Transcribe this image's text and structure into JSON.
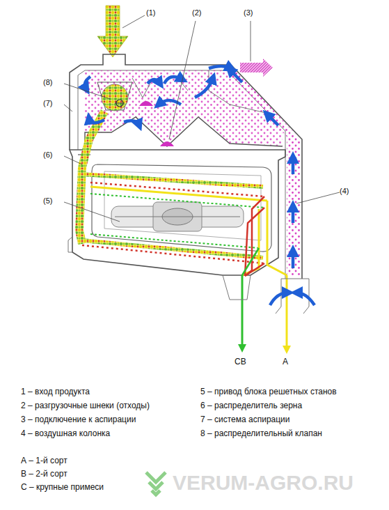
{
  "diagram": {
    "labels": [
      "(1)",
      "(2)",
      "(3)",
      "(4)",
      "(5)",
      "(6)",
      "(7)",
      "(8)",
      "СВ",
      "А",
      "1 – вход продукта",
      "2 – разгрузочные шнеки (отходы)",
      "3 – подключение к аспирации",
      "4 – воздушная колонка",
      "5 – привод блока решетных станов",
      "6 – распределитель зерна",
      "7 – система аспирации",
      "8 – распределительный клапан",
      "А – 1-й сорт",
      "В – 2-й сорт",
      "С – крупные примеси",
      "VERUM-AGRO.RU"
    ]
  }
}
